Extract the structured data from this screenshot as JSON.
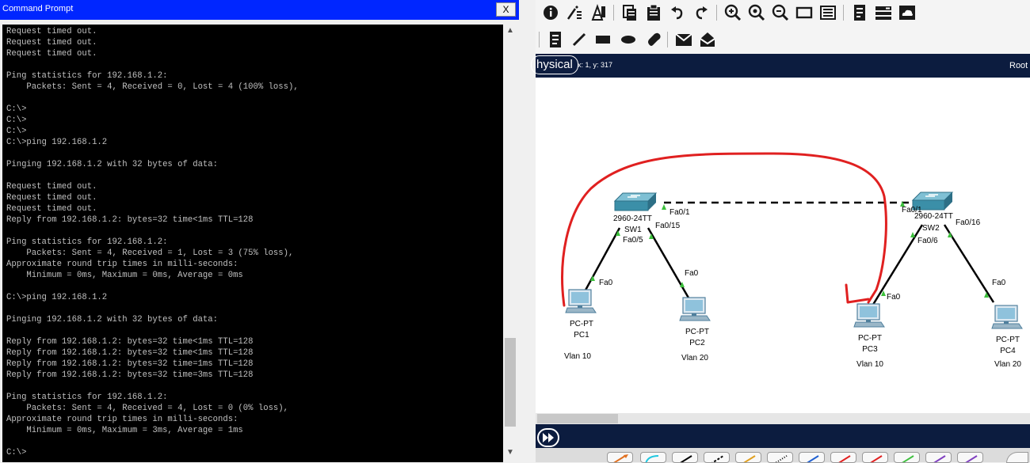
{
  "cmd": {
    "title": "Command Prompt",
    "close_label": "X",
    "lines": [
      "Request timed out.",
      "Request timed out.",
      "Request timed out.",
      "",
      "Ping statistics for 192.168.1.2:",
      "    Packets: Sent = 4, Received = 0, Lost = 4 (100% loss),",
      "",
      "C:\\>",
      "C:\\>",
      "C:\\>",
      "C:\\>ping 192.168.1.2",
      "",
      "Pinging 192.168.1.2 with 32 bytes of data:",
      "",
      "Request timed out.",
      "Request timed out.",
      "Request timed out.",
      "Reply from 192.168.1.2: bytes=32 time<1ms TTL=128",
      "",
      "Ping statistics for 192.168.1.2:",
      "    Packets: Sent = 4, Received = 1, Lost = 3 (75% loss),",
      "Approximate round trip times in milli-seconds:",
      "    Minimum = 0ms, Maximum = 0ms, Average = 0ms",
      "",
      "C:\\>ping 192.168.1.2",
      "",
      "Pinging 192.168.1.2 with 32 bytes of data:",
      "",
      "Reply from 192.168.1.2: bytes=32 time<1ms TTL=128",
      "Reply from 192.168.1.2: bytes=32 time<1ms TTL=128",
      "Reply from 192.168.1.2: bytes=32 time=1ms TTL=128",
      "Reply from 192.168.1.2: bytes=32 time=3ms TTL=128",
      "",
      "Ping statistics for 192.168.1.2:",
      "    Packets: Sent = 4, Received = 4, Lost = 0 (0% loss),",
      "Approximate round trip times in milli-seconds:",
      "    Minimum = 0ms, Maximum = 3ms, Average = 1ms",
      "",
      "C:\\>"
    ]
  },
  "pt": {
    "toolbar1_icons": [
      "info-icon",
      "activity-wizard-icon",
      "custom-device-icon",
      "copy-icon",
      "paste-icon",
      "undo-icon",
      "redo-icon",
      "zoom-in-icon",
      "zoom-reset-icon",
      "zoom-out-icon",
      "rectangle-view-icon",
      "palette-icon",
      "notes-icon",
      "device-template-icon",
      "cloud-icon"
    ],
    "toolbar2_icons": [
      "note-icon",
      "line-draw-icon",
      "rectangle-draw-icon",
      "ellipse-draw-icon",
      "freeform-draw-icon",
      "inspect-icon",
      "resize-icon"
    ],
    "view_tab": "hysical",
    "coords": "x: 1, y: 317",
    "root_label": "Root",
    "colors": {
      "link": "#000000",
      "port_up": "#3cc03c",
      "annotation": "#e02020",
      "nav_bar": "#0c1c3f"
    },
    "devices": {
      "sw1": {
        "model": "2960-24TT",
        "name": "SW1"
      },
      "sw2": {
        "model": "2960-24TT",
        "name": "SW2"
      },
      "pc1": {
        "type": "PC-PT",
        "name": "PC1",
        "vlan": "Vlan 10"
      },
      "pc2": {
        "type": "PC-PT",
        "name": "PC2",
        "vlan": "Vlan 20"
      },
      "pc3": {
        "type": "PC-PT",
        "name": "PC3",
        "vlan": "Vlan 10"
      },
      "pc4": {
        "type": "PC-PT",
        "name": "PC4",
        "vlan": "Vlan 20"
      }
    },
    "ports": {
      "sw1_trunk": "Fa0/1",
      "sw1_pc2": "Fa0/15",
      "sw1_pc1": "Fa0/5",
      "pc1": "Fa0",
      "pc2": "Fa0",
      "sw2_trunk": "Fa0/1",
      "sw2_pc4": "Fa0/16",
      "sw2_pc3": "Fa0/6",
      "pc3": "Fa0",
      "pc4": "Fa0"
    },
    "connection_types": [
      "auto-connect-icon",
      "console-cable-icon",
      "straight-through-icon",
      "crossover-icon",
      "fiber-icon",
      "phone-cable-icon",
      "coaxial-icon",
      "serial-dce-icon",
      "serial-dte-icon",
      "octal-cable-icon",
      "iot-custom-cable-icon",
      "usb-cable-icon"
    ]
  }
}
